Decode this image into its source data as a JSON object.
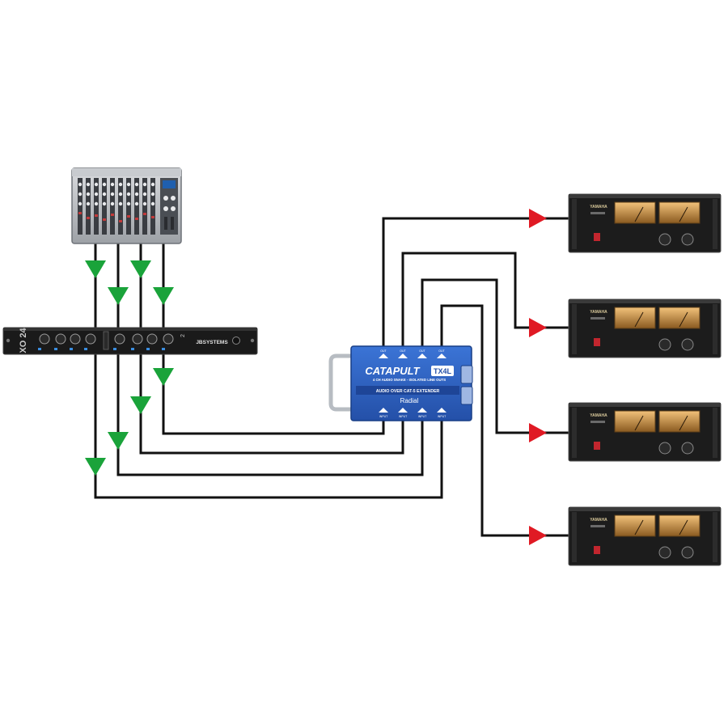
{
  "crossover": {
    "model_label": "XO 24",
    "brand_label": "JBSYSTEMS",
    "channel_2_label": "2"
  },
  "catapult": {
    "title": "CATAPULT",
    "model": "TX4L",
    "subtitle": "4 CH AUDIO SNAKE - ISOLATED LINE OUTS",
    "banner": "AUDIO OVER CAT-5 EXTENDER",
    "brand": "Radial",
    "top_port_labels": [
      "OUT",
      "OUT",
      "OUT",
      "OUT"
    ],
    "bottom_port_labels": [
      "INPUT",
      "INPUT",
      "INPUT",
      "INPUT"
    ]
  },
  "amplifier": {
    "brand_label": "YAMAHA",
    "count": 4
  },
  "colors": {
    "wire": "#111111",
    "input_arrow": "#1aa33a",
    "output_arrow": "#e01a24",
    "catapult_blue": "#2f63c4",
    "amp_body": "#1c1c1c",
    "meter_glow": "#c98a3a"
  },
  "icons": {
    "input_arrow": "triangle-down",
    "output_arrow": "triangle-right"
  }
}
